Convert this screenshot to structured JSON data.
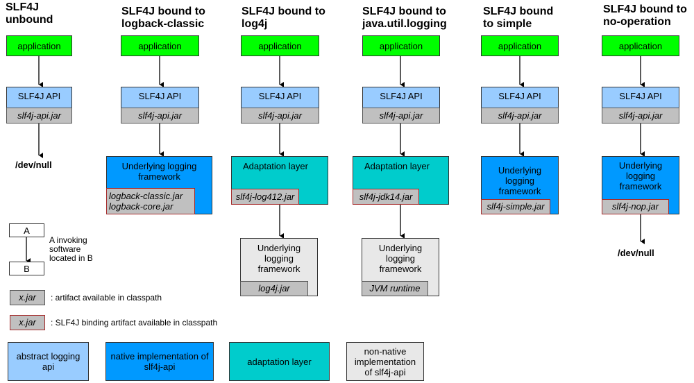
{
  "titles": [
    "SLF4J\nunbound",
    "SLF4J bound to\nlogback-classic",
    "SLF4J bound to\nlog4j",
    "SLF4J bound to\njava.util.logging",
    "SLF4J bound\nto simple",
    "SLF4J bound to\nno-operation"
  ],
  "labels": {
    "application": "application",
    "slf4j_api": "SLF4J API",
    "slf4j_api_jar": "slf4j-api.jar",
    "dev_null": "/dev/null",
    "underlying_framework": "Underlying logging framework",
    "adaptation_layer": "Adaptation layer"
  },
  "jars": {
    "logback_classic": "logback-classic.jar",
    "logback_core": "logback-core.jar",
    "log4j_binding": "slf4j-log412.jar",
    "log4j": "log4j.jar",
    "jdk14_binding": "slf4j-jdk14.jar",
    "jvm_runtime": "JVM runtime",
    "simple": "slf4j-simple.jar",
    "nop": "slf4j-nop.jar"
  },
  "legend": {
    "a": "A",
    "b": "B",
    "invoking_text": "A invoking software located in B",
    "xjar": "x.jar",
    "artifact_text": ": artifact available in classpath",
    "binding_text": ": SLF4J binding artifact available in classpath",
    "abstract_api": "abstract logging api",
    "native_impl": "native implementation of slf4j-api",
    "adaptation": "adaptation layer",
    "non_native": "non-native implementation of slf4j-api"
  },
  "colors": {
    "application": "#00ff00",
    "abstract_api": "#99ccff",
    "native": "#0099ff",
    "adaptation": "#00cccc",
    "non_native": "#e8e8e8",
    "jar": "#c0c0c0",
    "binding_border": "#a52a2a"
  }
}
